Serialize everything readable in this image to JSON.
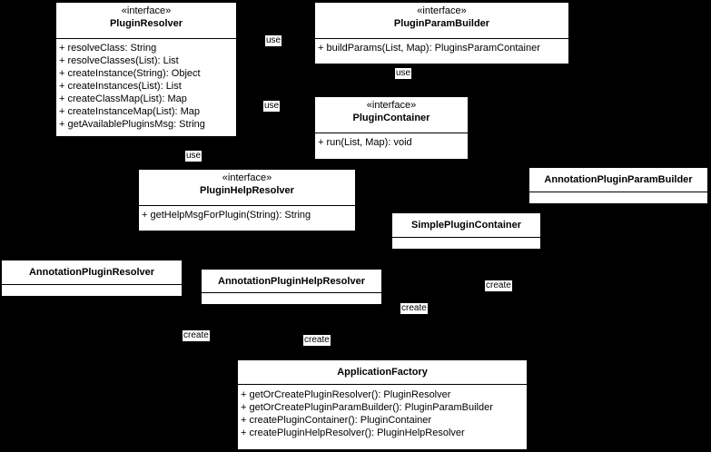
{
  "classes": {
    "plugin_resolver": {
      "stereotype": "«interface»",
      "name": "PluginResolver",
      "members": [
        "+ resolveClass: String",
        "+ resolveClasses(List): List",
        "+ createInstance(String): Object",
        "+ createInstances(List): List",
        "+ createClassMap(List): Map",
        "+ createInstanceMap(List): Map",
        "+ getAvailablePluginsMsg: String"
      ]
    },
    "plugin_param_builder": {
      "stereotype": "«interface»",
      "name": "PluginParamBuilder",
      "members": [
        "+ buildParams(List, Map): PluginsParamContainer"
      ]
    },
    "plugin_container": {
      "stereotype": "«interface»",
      "name": "PluginContainer",
      "members": [
        "+ run(List, Map): void"
      ]
    },
    "plugin_help_resolver": {
      "stereotype": "«interface»",
      "name": "PluginHelpResolver",
      "members": [
        "+ getHelpMsgForPlugin(String): String"
      ]
    },
    "annotation_plugin_param_builder": {
      "name": "AnnotationPluginParamBuilder"
    },
    "simple_plugin_container": {
      "name": "SimplePluginContainer"
    },
    "annotation_plugin_resolver": {
      "name": "AnnotationPluginResolver"
    },
    "annotation_plugin_help_resolver": {
      "name": "AnnotationPluginHelpResolver"
    },
    "application_factory": {
      "name": "ApplicationFactory",
      "members": [
        "+ getOrCreatePluginResolver(): PluginResolver",
        "+ getOrCreatePluginParamBuilder(): PluginParamBuilder",
        "+ createPluginContainer(): PluginContainer",
        "+ createPluginHelpResolver(): PluginHelpResolver"
      ]
    }
  },
  "edge_labels": {
    "use_1": "use",
    "use_2": "use",
    "use_3": "use",
    "use_4": "use",
    "create_1": "create",
    "create_2": "create",
    "create_3": "create",
    "create_4": "create"
  }
}
